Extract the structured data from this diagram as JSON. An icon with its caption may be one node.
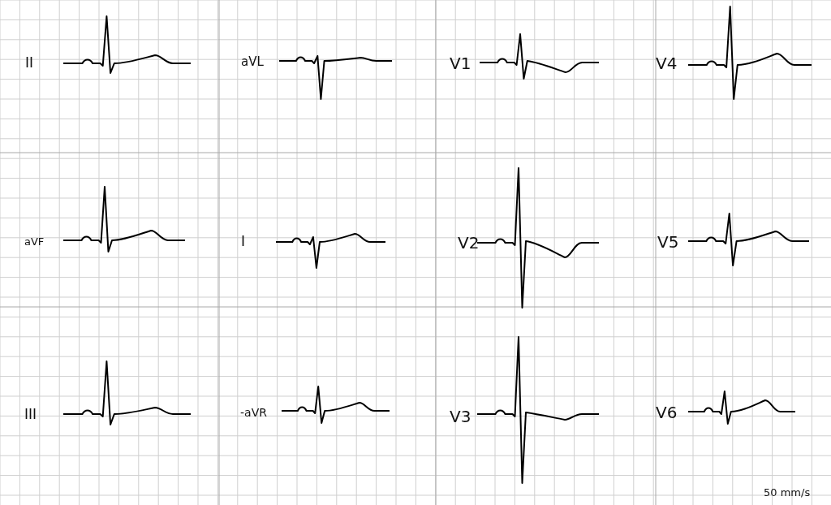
{
  "diagram": {
    "labels": [
      "II",
      "aVL",
      "V1",
      "V4",
      "aVF",
      "I",
      "V2",
      "V5",
      "III",
      "-aVR",
      "V3",
      "V6",
      "50 mm/s"
    ]
  }
}
